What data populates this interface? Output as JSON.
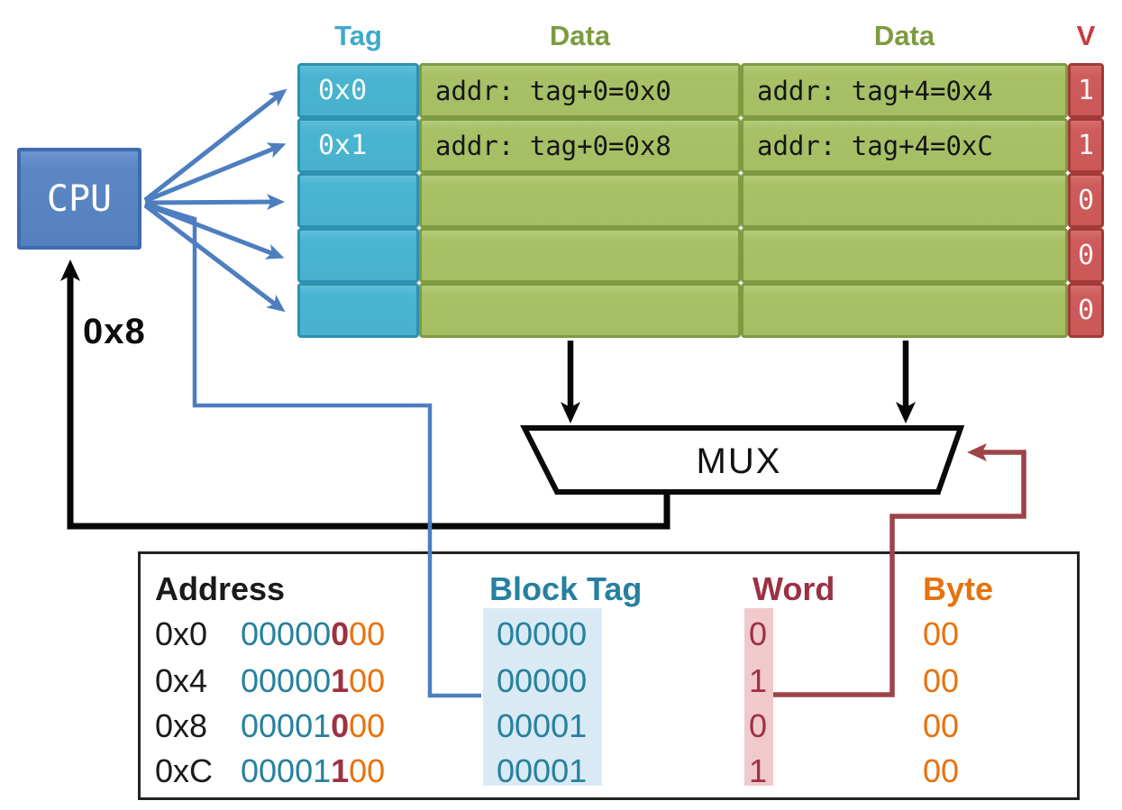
{
  "cpu": {
    "label": "CPU"
  },
  "request_label": "0x8",
  "mux": {
    "label": "MUX"
  },
  "colors": {
    "tag_fill": "#4ab5d1",
    "tag_border": "#2d91b1",
    "tag_header_text": "#3fa9c9",
    "data_fill": "#a8c066",
    "data_border": "#7e9b42",
    "data_header_text": "#7d9b40",
    "valid_fill": "#ce5c5c",
    "valid_border": "#a23a3a",
    "valid_header_text": "#c43c3c",
    "cpu_fill": "#5b87c4",
    "blue_wire": "#4d7ec0",
    "red_wire": "#9e4348",
    "teal_text": "#27809f",
    "dark_red_text": "#9b3142",
    "orange_text": "#e8720e",
    "blocktag_highlight": "#d9eaf4",
    "word_highlight": "#f0c9cd"
  },
  "cache": {
    "headers": {
      "tag": "Tag",
      "data1": "Data",
      "data2": "Data",
      "valid": "V"
    },
    "rows": [
      {
        "tag": "0x0",
        "data1": "addr: tag+0=0x0",
        "data2": "addr: tag+4=0x4",
        "valid": "1"
      },
      {
        "tag": "0x1",
        "data1": "addr: tag+0=0x8",
        "data2": "addr: tag+4=0xC",
        "valid": "1"
      },
      {
        "tag": "",
        "data1": "",
        "data2": "",
        "valid": "0"
      },
      {
        "tag": "",
        "data1": "",
        "data2": "",
        "valid": "0"
      },
      {
        "tag": "",
        "data1": "",
        "data2": "",
        "valid": "0"
      }
    ]
  },
  "address_table": {
    "headers": {
      "address": "Address",
      "block_tag": "Block Tag",
      "word": "Word",
      "byte": "Byte"
    },
    "rows": [
      {
        "hex": "0x0",
        "tag_bits": "00000",
        "word_bit": "0",
        "byte_bits": "00",
        "block_tag": "00000",
        "word": "0",
        "byte": "00"
      },
      {
        "hex": "0x4",
        "tag_bits": "00000",
        "word_bit": "1",
        "byte_bits": "00",
        "block_tag": "00000",
        "word": "1",
        "byte": "00"
      },
      {
        "hex": "0x8",
        "tag_bits": "00001",
        "word_bit": "0",
        "byte_bits": "00",
        "block_tag": "00001",
        "word": "0",
        "byte": "00"
      },
      {
        "hex": "0xC",
        "tag_bits": "00001",
        "word_bit": "1",
        "byte_bits": "00",
        "block_tag": "00001",
        "word": "1",
        "byte": "00"
      }
    ]
  }
}
